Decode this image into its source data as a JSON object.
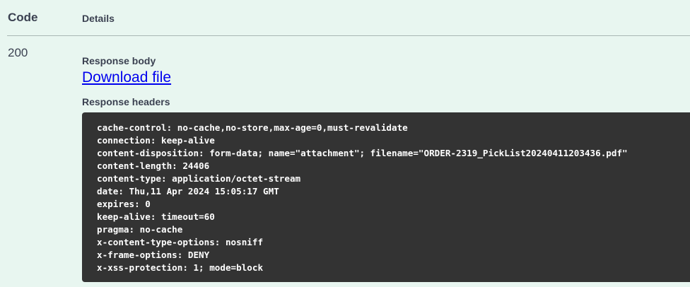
{
  "table": {
    "code_header": "Code",
    "details_header": "Details"
  },
  "response": {
    "status_code": "200",
    "body_title": "Response body",
    "download_label": "Download file",
    "headers_title": "Response headers",
    "headers": [
      "cache-control: no-cache,no-store,max-age=0,must-revalidate",
      "connection: keep-alive",
      "content-disposition: form-data; name=\"attachment\"; filename=\"ORDER-2319_PickList20240411203436.pdf\"",
      "content-length: 24406",
      "content-type: application/octet-stream",
      "date: Thu,11 Apr 2024 15:05:17 GMT",
      "expires: 0",
      "keep-alive: timeout=60",
      "pragma: no-cache",
      "x-content-type-options: nosniff",
      "x-frame-options: DENY",
      "x-xss-protection: 1; mode=block"
    ]
  },
  "colors": {
    "background": "#e8f6f0",
    "text": "#3b4151",
    "link": "#0000ee",
    "code_block_bg": "#333333",
    "code_text": "#ffffff"
  }
}
